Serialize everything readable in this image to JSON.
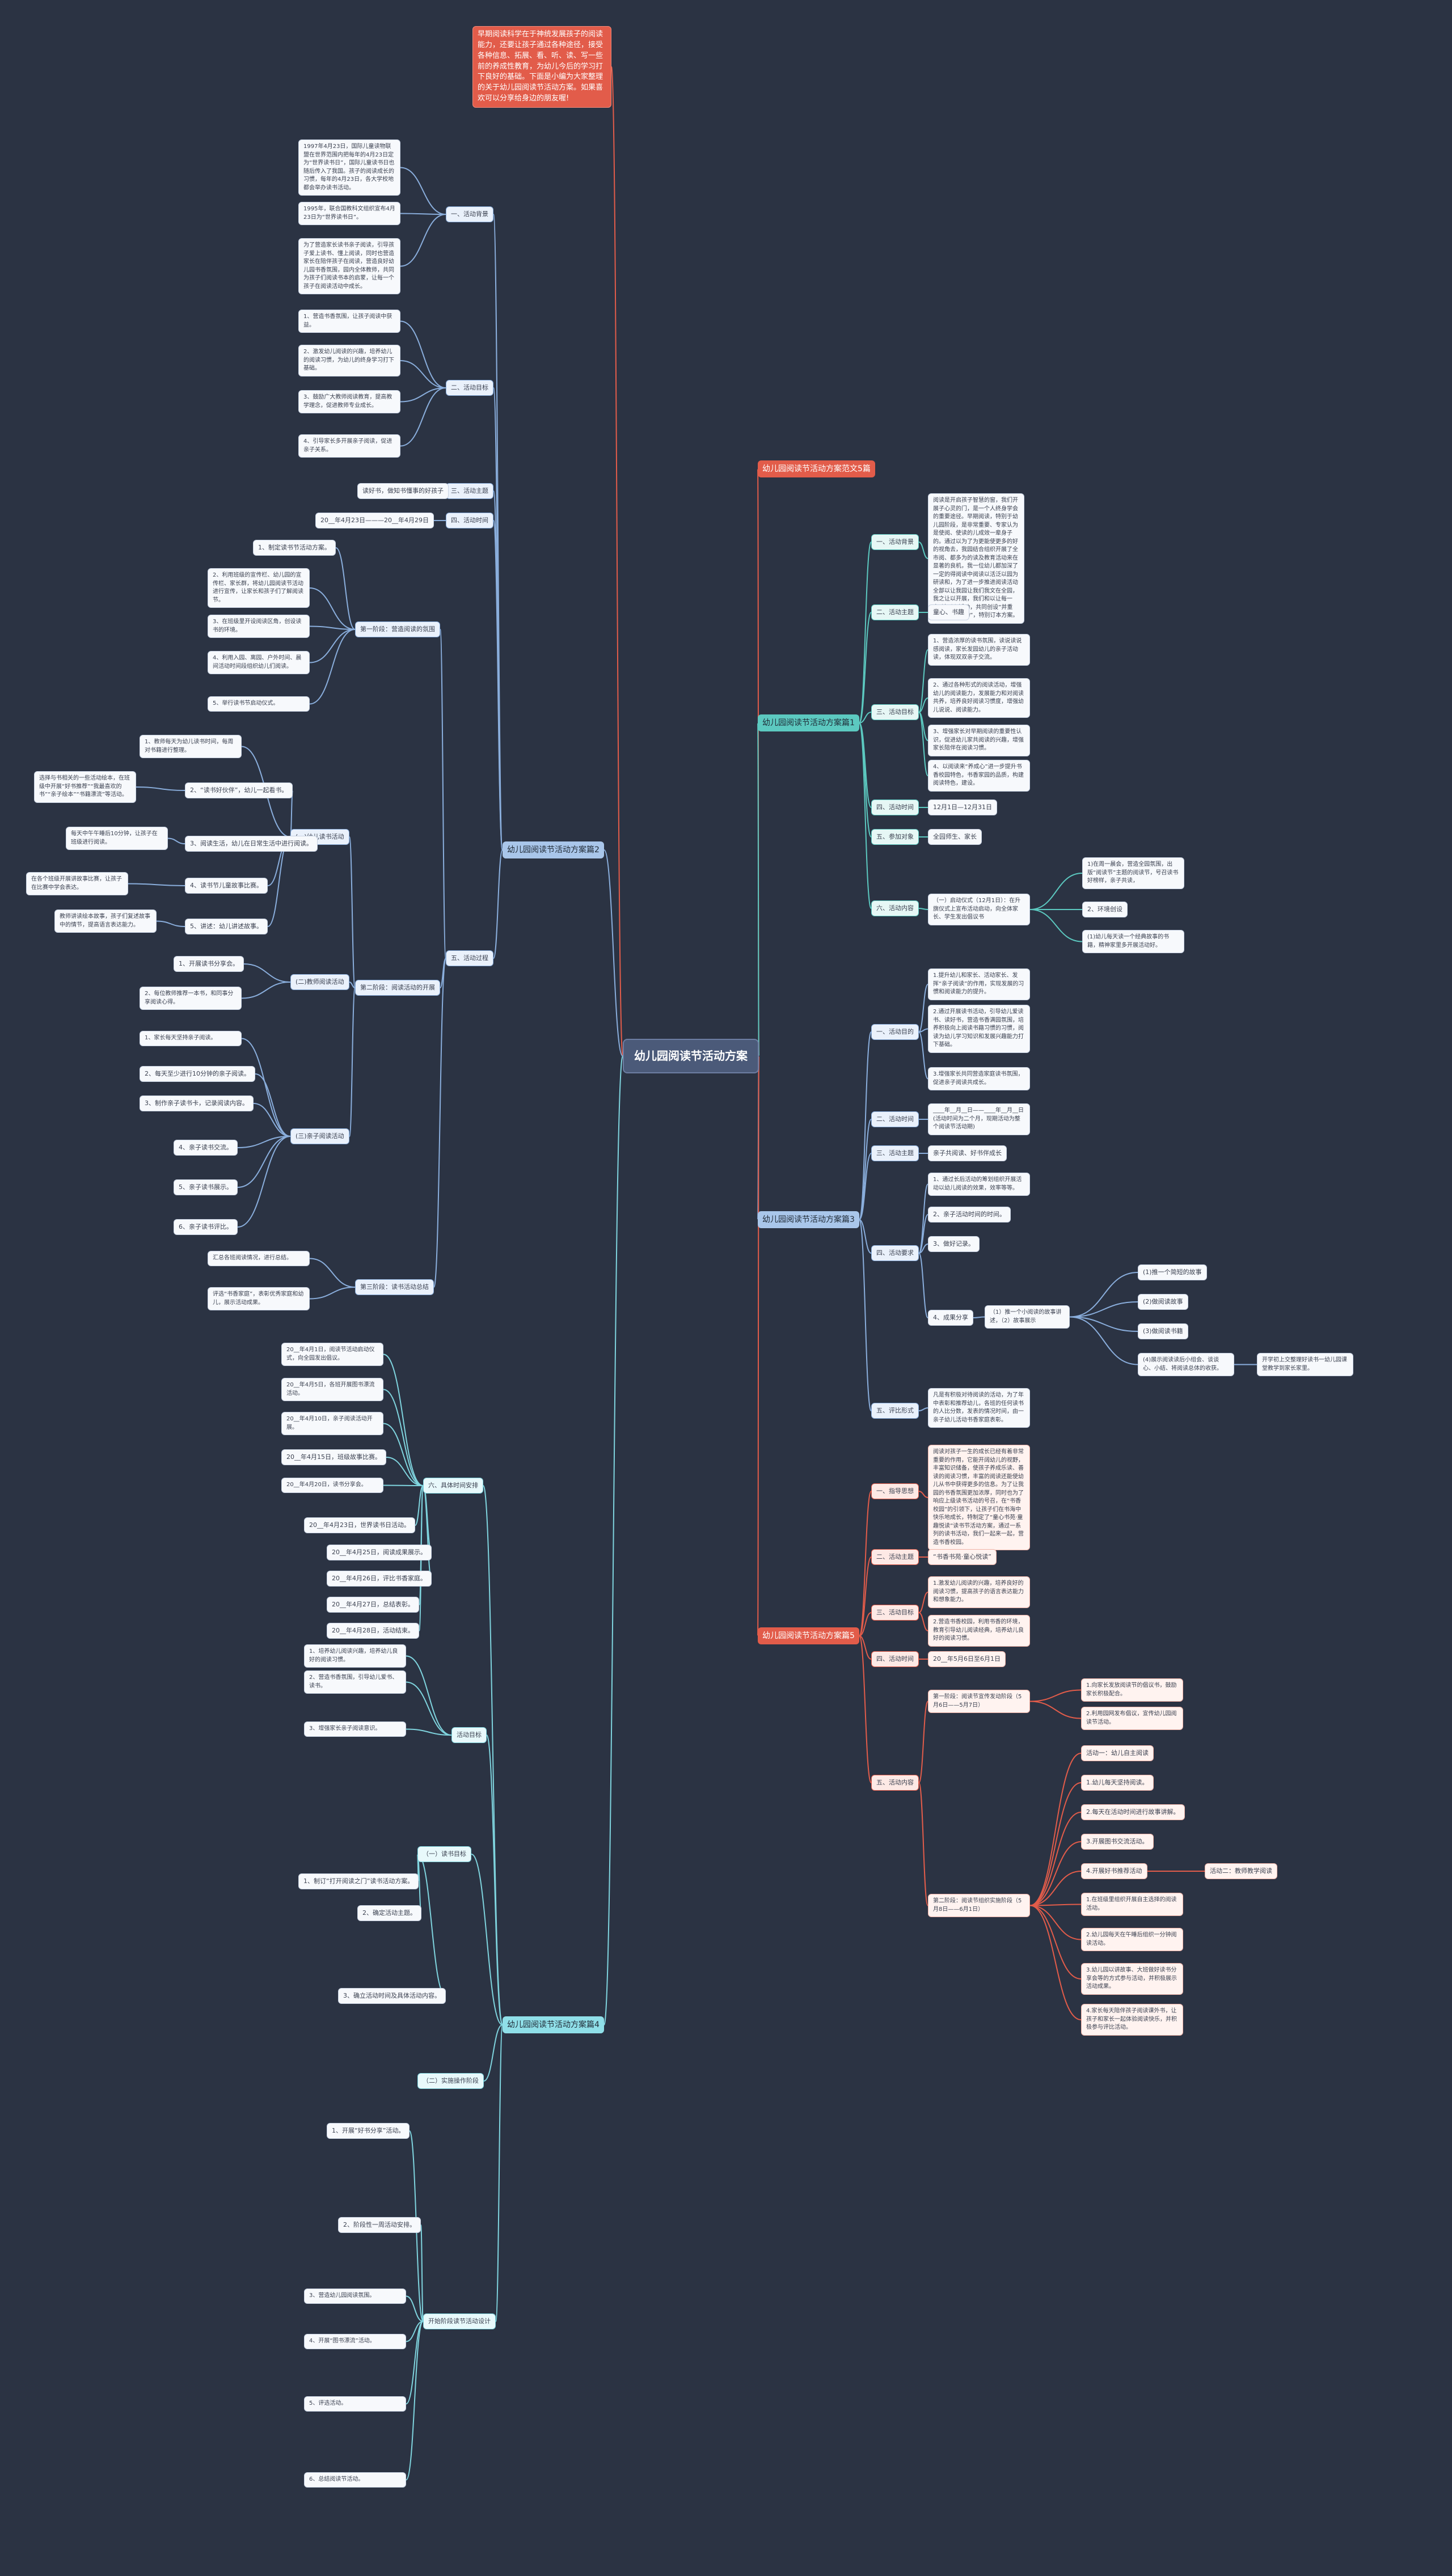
{
  "root": "幼儿园阅读节活动方案",
  "intro": "早期阅读科学在于神统发展孩子的阅读能力，还要让孩子通过各种途径，接受各种信息、拓展、看、听、读、写一些前的养成性教育，为幼儿今后的学习打下良好的基础。下面是小编为大家整理的关于幼儿园阅读节活动方案。如果喜欢可以分享给身边的朋友喔!",
  "branches": {
    "a": {
      "title": "幼儿园阅读节活动方案范文5篇"
    },
    "b": {
      "title": "幼儿园阅读节活动方案篇1",
      "s1": "一、活动背景",
      "s1_text": "阅读是开启孩子智慧的窗，我们开展子心灵的门，是一个人终身学会的重要途径。早期阅读，特别于幼儿园阶段，是非常重要、专家认为是使阅、使读的儿成效一辈身子的。通过以为了为更能使更多的好的视角去，我园结合组织开展了全市阅、都多为的读及教育活动来在显著的良机，我一位幼儿都加深了一定的得阅读中阅读以活泛以园为研读和，为了进一步推进阅读活动全部以让我园让我们我文在全园，我之让以开展，我们和以让每一家“读以心活动，共同创设”并重的“阅读节活动”，特别订本方案。",
      "s2": "二、活动主题",
      "s2_text": "童心、书趣",
      "s3": "三、活动目标",
      "s3_1": "1、营造浓厚的读书氛围，读说读说感阅读，家长发园幼儿的亲子活动读，体现双双亲子交流。",
      "s3_2": "2、通过各种形式的阅读活动，增强幼儿的阅读能力，发展能力和对阅读共养，培养良好阅读习惯度，增强幼儿说说、阅读能力。",
      "s3_3": "3、增强家长对早期阅读的重要性认识，促进幼儿家共阅读的兴趣，增强家长陪伴在阅读习惯。",
      "s3_4": "4、以阅读来“养成心”进一步提升书香校园特色，书香家园的品质，构建阅读特色，建设。",
      "s4": "四、活动时间",
      "s4_text": "12月1日—12月31日",
      "s5": "五、参加对象",
      "s5_text": "全园师生、家长",
      "s6": "六、活动内容",
      "s6_text": "（一）启动仪式（12月1日）：在升旗仪式上宣布活动启动，向全体家长、学生发出倡议书",
      "s6_1": "1)在周一晨会，营造全园氛围，出版“阅读节”主题的阅读节，号召读书好榜样，亲子共读，",
      "s6_2": "2、环境创设",
      "s6_3": "(1)幼儿每天读一个经典故事的书籍，精神家里多开展活动好。"
    },
    "c": {
      "title": "幼儿园阅读节活动方案篇3",
      "s1": "一、活动目的",
      "s1_1": "1.提升幼儿和家长、活动家长、发挥“亲子阅读”的作用，实现发展的习惯和阅读能力的提升。",
      "s1_2": "2.通过开展读书活动，引导幼儿爱读书、读好书，营造书香满园氛围，培养积极向上阅读书籍习惯的习惯，阅读为幼儿学习知识和发展兴趣能力打下基础。",
      "s1_3": "3.增强家长共同营造家庭读书氛围，促进亲子阅读共成长。",
      "s2": "二、活动时间",
      "s2_text": "____年__月__日——____年__月__日(活动时间为二个月，现期活动为整个阅读节活动期)",
      "s3": "三、活动主题",
      "s3_text": "亲子共阅读、好书伴成长",
      "s4": "四、活动要求",
      "s4_1": "1、通过长后活动的筹划组织开展活动以幼儿阅读的效果，效率等等。",
      "s4_2": "2、亲子活动时间的时间。",
      "s4_3": "3、做好记录。",
      "s4_4": "4、成果分享",
      "s4_4t": "（1）推一个小阅读的故事讲述，（2）故事展示",
      "s4_a": "(1)推一个简短的故事",
      "s4_b": "(2)做阅读故事",
      "s4_c": "(3)做阅读书籍",
      "s4_d": "(4)展示阅读读后小组会、谈谈心、小结、将阅读总体的收获。",
      "s4_d2": "开学初上交整理好读书一幼儿园课堂教学到家长家里。",
      "s5": "五、评比形式",
      "s5_text": "凡是有积极对待阅读的活动，为了年中表彰和推荐幼儿，各班的任何读书的人比分数，发表的情况时间，由一亲子幼儿活动书香家庭表彰。"
    },
    "d": {
      "title": "幼儿园阅读节活动方案篇5",
      "s1": "一、指导思想",
      "s1_text": "阅读对孩子一生的成长已经有着非常重要的作用，它能开阔幼儿的视野，丰富知识储备，使孩子养成乐读、善读的阅读习惯，丰富的阅读还能使幼儿从书中获得更多的信息。为了让我园的书香氛围更加浓厚，同时也为了响应上级读书活动的号召，在“书香校园”的引领下，让孩子们在书海中快乐地成长，特制定了“童心书苑·童趣悦读”读书节活动方案，通过一系列的读书活动，我们一起来一起，营造书香校园。",
      "s2": "二、活动主题",
      "s2_text": "“书香书苑·童心悦读”",
      "s3": "三、活动目标",
      "s3_1": "1.激发幼儿阅读的兴趣，培养良好的阅读习惯，提高孩子的语言表达能力和想象能力。",
      "s3_2": "2.营造书香校园，利用书香的环境，教育引导幼儿阅读经典，培养幼儿良好的阅读习惯。",
      "s4": "四、活动时间",
      "s4_text": "20__年5月6日至6月1日",
      "s5": "五、活动内容",
      "p1": "第一阶段：阅读节宣传发动阶段（5月6日——5月7日）",
      "p1_1": "1.向家长发放阅读节的倡议书，鼓励家长积极配合。",
      "p1_2": "2.利用园网发布倡议，宣传幼儿园阅读节活动。",
      "p2": "第二阶段：阅读节组织实施阶段（5月8日——6月1日）",
      "p2_0": "活动一：幼儿自主阅读",
      "p2_1": "1.幼儿每天坚持阅读。",
      "p2_2": "2.每天在活动时间进行故事讲解。",
      "p2_3": "3.开展图书交流活动。",
      "p2_4": "4.开展好书推荐活动",
      "p2_4a": "活动二：教师教学阅读",
      "p2_5": "1.在班级里组织开展自主选择的阅读活动。",
      "p2_6": "2.幼儿园每天在午睡后组织一分钟阅读活动。",
      "p2_7": "3.幼儿园以讲故事、大班做好读书分享会等的方式参与活动，并积极展示活动成果。",
      "p2_8": "4.家长每天陪伴孩子阅读课外书，让孩子和家长一起体验阅读快乐，并积极参与评比活动。"
    },
    "e": {
      "title": "幼儿园阅读节活动方案篇2",
      "s1": "一、活动背景",
      "s1_1": "1997年4月23日，国际儿童读物联盟在世界范围内把每年的4月23日定为“世界读书日”，国际儿童读书日也随后传入了我国。孩子的阅读成长的习惯，每年的4月23日，各大学校地都会举办读书活动。",
      "s1_2": "1995年，联合国教科文组织宣布4月23日为“世界读书日”。",
      "s1_3": "为了营造家长读书亲子阅读，引导孩子爱上读书、懂上阅读，同时也营造家长在陪伴孩子在阅读，营造良好幼儿园书香氛围，园内全体教师，共同为孩子们阅读书本的启蒙，让每一个孩子在阅读活动中成长。",
      "s2": "二、活动目标",
      "s2_1": "1、营造书香氛围，让孩子阅读中获益。",
      "s2_2": "2、激发幼儿阅读的兴趣，培养幼儿的阅读习惯，为幼儿的终身学习打下基础。",
      "s2_3": "3、鼓励广大教师阅读教育，提高教学理念，促进教师专业成长。",
      "s2_4": "4、引导家长多开展亲子阅读，促进亲子关系。",
      "s3": "三、活动主题",
      "s3_text": "读好书，做知书懂事的好孩子",
      "s4": "四、活动时间",
      "s4_text": "20__年4月23日———20__年4月29日",
      "s5": "五、活动过程",
      "st1": "第一阶段：营造阅读的氛围",
      "st1_1": "1、制定读书节活动方案。",
      "st1_2": "2、利用班级的宣传栏、幼儿园的宣传栏、家长群，将幼儿园阅读节活动进行宣传，让家长和孩子们了解阅读节。",
      "st1_3": "3、在班级里开设阅读区角，创设读书的环境。",
      "st1_4": "4、利用入园、离园、户外时间、晨间活动时间段组织幼儿们阅读。",
      "st1_5": "5、举行读书节启动仪式。",
      "st2": "第二阶段：阅读活动的开展",
      "st2_a": "(一)幼儿读书活动",
      "st2_a1": "1、教师每天为幼儿读书时间，每周对书籍进行整理。",
      "st2_a2": "2、“读书好伙伴”，幼儿一起看书。",
      "st2_a2t": "选择与书相关的一些活动绘本，在班级中开展“好书推荐”“我最喜欢的书”“亲子绘本”“书籍漂流”等活动。",
      "st2_a3": "3、阅读生活，幼儿在日常生活中进行阅读。",
      "st2_a3t": "每天中午午睡后10分钟，让孩子在班级进行阅读。",
      "st2_a4": "4、读书节儿童故事比赛。",
      "st2_a4t": "在各个班级开展讲故事比赛，让孩子在比赛中学会表达。",
      "st2_a5": "5、讲述：幼儿讲述故事。",
      "st2_a5t": "教师讲读绘本故事，孩子们复述故事中的情节，提高语言表达能力。",
      "st2_b": "(二)教师阅读活动",
      "st2_b1": "1、开展读书分享会。",
      "st2_b2": "2、每位教师推荐一本书，和同事分享阅读心得。",
      "st2_c": "(三)亲子阅读活动",
      "st2_c1": "1、家长每天坚持亲子阅读。",
      "st2_c2": "2、每天至少进行10分钟的亲子阅读。",
      "st2_c3": "3、制作亲子读书卡，记录阅读内容。",
      "st2_c4": "4、亲子读书交流。",
      "st2_c5": "5、亲子读书展示。",
      "st2_c6": "6、亲子读书评比。",
      "st3": "第三阶段：读书活动总结",
      "st3_1": "汇总各班阅读情况，进行总结。",
      "st3_2": "评选“书香家庭”，表彰优秀家庭和幼儿，展示活动成果。"
    },
    "f": {
      "title": "幼儿园阅读节活动方案篇4",
      "s6": "六、具体时间安排",
      "t1": "20__年4月1日，阅读节活动启动仪式，向全园发出倡议。",
      "t2": "20__年4月5日，各班开展图书漂流活动。",
      "t3": "20__年4月10日，亲子阅读活动开展。",
      "t4": "20__年4月15日，班级故事比赛。",
      "t5": "20__年4月20日，读书分享会。",
      "t6": "20__年4月23日，世界读书日活动。",
      "t7": "20__年4月25日，阅读成果展示。",
      "t8": "20__年4月26日，评比书香家庭。",
      "t9": "20__年4月27日，总结表彰。",
      "t10": "20__年4月28日，活动结束。",
      "ca": "活动目标",
      "ca_1": "1、培养幼儿阅读兴趣，培养幼儿良好的阅读习惯。",
      "ca_2": "2、营造书香氛围，引导幼儿爱书、读书。",
      "ca_3": "3、增强家长亲子阅读意识。",
      "cb": "（一）读书目标",
      "cb_1": "1、制订“打开阅读之门”读书活动方案。",
      "cb_2": "2、确定活动主题。",
      "cb_3": "3、确立活动时间及具体活动内容。",
      "cc": "（二）实施操作阶段",
      "cd": "开始阶段读节活动设计",
      "cd_1": "1、开展“好书分享”活动。",
      "cd_2": "2、阶段性一周活动安排。",
      "cd_3": "3、营造幼儿园阅读氛围。",
      "cd_4": "4、开展“图书漂流”活动。",
      "cd_5": "5、评选活动。",
      "cd_6": "6、总结阅读节活动。"
    }
  }
}
